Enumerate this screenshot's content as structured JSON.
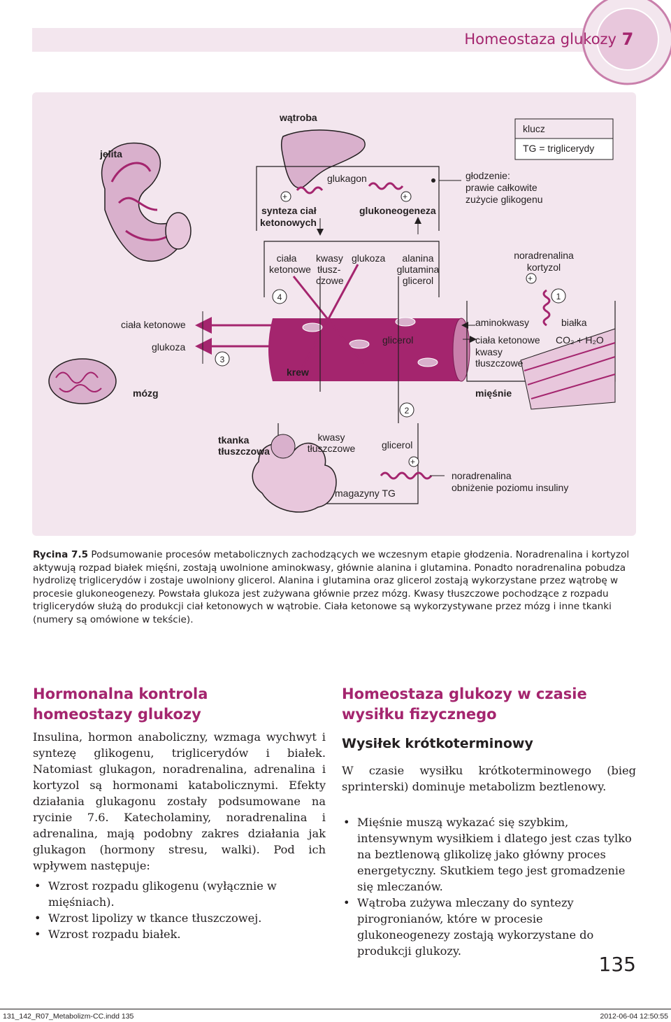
{
  "header": {
    "title": "Homeostaza glukozy",
    "chapter_number": "7"
  },
  "figure": {
    "liver": "wątroba",
    "intestines": "jelita",
    "key_title": "klucz",
    "key_entry": "TG = triglicerydy",
    "glucagon": "glukagon",
    "plus": "+",
    "ketogenesis": [
      "synteza ciał",
      "ketonowych"
    ],
    "gluconeogenesis": "glukoneogeneza",
    "starvation": [
      "głodzenie:",
      "prawie całkowite",
      "zużycie glikogenu"
    ],
    "ketone_bodies_up": [
      "ciała",
      "ketonowe"
    ],
    "fatty_acids_up": [
      "kwasy",
      "tłusz-",
      "czowe"
    ],
    "glucose_up": "glukoza",
    "amino_up": [
      "alanina",
      "glutamina",
      "glicerol"
    ],
    "hormones_muscle": [
      "noradrenalina",
      "kortyzol"
    ],
    "numbers": [
      "1",
      "2",
      "3",
      "4"
    ],
    "brain_ketones": "ciała ketonowe",
    "brain_glucose": "glukoza",
    "brain": "mózg",
    "blood": "krew",
    "glycerol_blood": "glicerol",
    "muscle_aminoacids": "aminokwasy",
    "muscle_protein": "białka",
    "muscle_ketones": "ciała ketonowe",
    "muscle_co2": "CO₂ + H₂O",
    "muscle_fatty_acids": [
      "kwasy",
      "tłuszczowe"
    ],
    "muscle": "mięśnie",
    "adipose": [
      "tkanka",
      "tłuszczowa"
    ],
    "adipose_fatty_acids": [
      "kwasy",
      "tłuszczowe"
    ],
    "adipose_glycerol": "glicerol",
    "tg_stores": "magazyny TG",
    "adipose_hormones": [
      "noradrenalina",
      "obniżenie poziomu insuliny"
    ],
    "colors": {
      "magenta": "#a4256e",
      "pink_fill": "#d9b0cc",
      "panel": "#f3e6ee"
    }
  },
  "caption": {
    "label": "Rycina 7.5",
    "text": " Podsumowanie procesów metabolicznych zachodzących we wczesnym etapie głodzenia. Noradrenalina i kortyzol aktywują rozpad białek mięśni, zostają uwolnione aminokwasy, głównie alanina i glutamina. Ponadto noradrenalina pobudza hydrolizę triglicerydów i zostaje uwolniony glicerol. Alanina i glutamina oraz glicerol zostają wykorzystane przez wątrobę w procesie glukoneogenezy. Powstała glukoza jest zużywana głównie przez mózg. Kwasy tłuszczowe pochodzące z rozpadu triglicerydów służą do produkcji ciał ketonowych w wątrobie. Ciała ketonowe są wykorzystywane przez mózg i inne tkanki (numery są omówione w tekście)."
  },
  "left_column": {
    "heading": [
      "Hormonalna kontrola",
      "homeostazy glukozy"
    ],
    "paragraph": "Insulina, hormon anaboliczny, wzmaga wychwyt i syntezę glikogenu, triglicerydów i białek. Natomiast glukagon, noradrenalina, adrenalina i kortyzol są hormonami katabolicznymi. Efekty działania glukagonu zostały podsumowane na rycinie 7.6. Katecholaminy, noradrenalina i adrenalina, mają podobny zakres działania jak glukagon (hormony stresu, walki). Pod ich wpływem następuje:",
    "bullets": [
      "Wzrost rozpadu glikogenu (wyłącznie w mięśniach).",
      "Wzrost lipolizy w tkance tłuszczowej.",
      "Wzrost rozpadu białek."
    ]
  },
  "right_column": {
    "heading": [
      "Homeostaza glukozy w czasie",
      "wysiłku fizycznego"
    ],
    "subheading": "Wysiłek krótkoterminowy",
    "paragraph": "W czasie wysiłku krótkoterminowego (bieg sprinterski) dominuje metabolizm beztlenowy.",
    "bullets": [
      "Mięśnie muszą wykazać się szybkim, intensywnym wysiłkiem i dlatego jest czas tylko na beztlenową glikolizę jako główny proces energetyczny. Skutkiem tego jest gromadzenie się mleczanów.",
      "Wątroba zużywa mleczany do syntezy pirogronianów, które w procesie glukoneogenezy zostają wykorzystane do produkcji glukozy."
    ]
  },
  "page_number": "135",
  "footer": {
    "file": "131_142_R07_Metabolizm-CC.indd   135",
    "timestamp": "2012-06-04   12:50:55"
  }
}
